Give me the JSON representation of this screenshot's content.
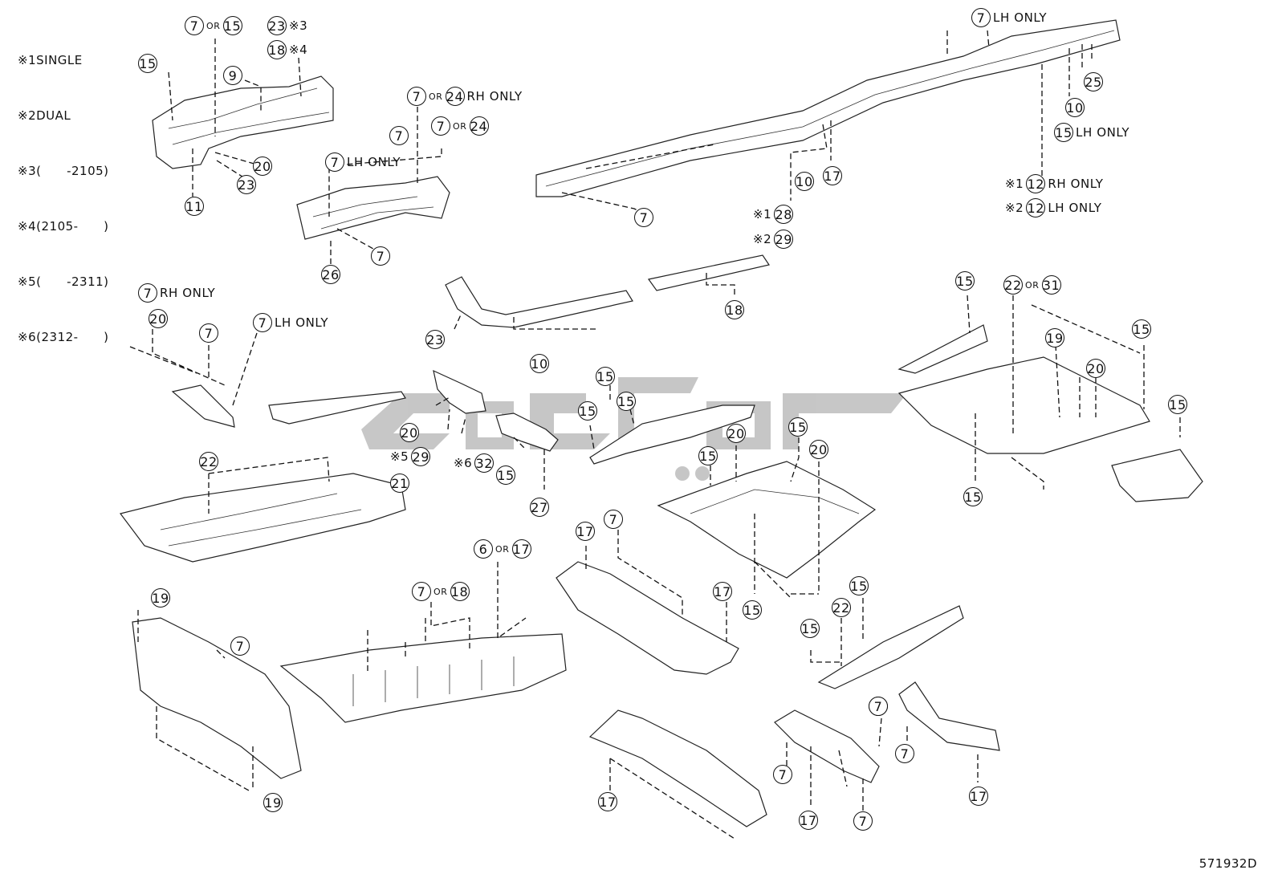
{
  "legend": [
    {
      "mark": "※1",
      "text": "SINGLE"
    },
    {
      "mark": "※2",
      "text": "DUAL"
    },
    {
      "mark": "※3",
      "text": "(      -2105)"
    },
    {
      "mark": "※4",
      "text": "(2105-      )"
    },
    {
      "mark": "※5",
      "text": "(      -2311)"
    },
    {
      "mark": "※6",
      "text": "(2312-      )"
    }
  ],
  "diagram_code": "571932D",
  "or_text": "OR",
  "callouts": [
    {
      "parts": [
        "7",
        "15"
      ]
    },
    {
      "parts": [
        "23"
      ],
      "suffix": "※3"
    },
    {
      "parts": [
        "18"
      ],
      "suffix": "※4"
    },
    {
      "parts": [
        "15"
      ]
    },
    {
      "parts": [
        "9"
      ]
    },
    {
      "parts": [
        "20"
      ]
    },
    {
      "parts": [
        "23"
      ]
    },
    {
      "parts": [
        "11"
      ]
    },
    {
      "parts": [
        "7",
        "24"
      ],
      "note": "RH ONLY"
    },
    {
      "parts": [
        "7",
        "24"
      ]
    },
    {
      "parts": [
        "7"
      ],
      "note": "LH ONLY"
    },
    {
      "parts": [
        "7"
      ]
    },
    {
      "parts": [
        "26"
      ]
    },
    {
      "parts": [
        "7"
      ]
    },
    {
      "parts": [
        "7"
      ],
      "note": "LH ONLY"
    },
    {
      "parts": [
        "25"
      ]
    },
    {
      "parts": [
        "10"
      ]
    },
    {
      "parts": [
        "15"
      ],
      "note": "LH ONLY"
    },
    {
      "parts": [
        "12"
      ],
      "prefix": "※1",
      "note": "RH ONLY"
    },
    {
      "parts": [
        "12"
      ],
      "prefix": "※2",
      "note": "LH ONLY"
    },
    {
      "parts": [
        "10"
      ]
    },
    {
      "parts": [
        "17"
      ]
    },
    {
      "parts": [
        "7"
      ]
    },
    {
      "parts": [
        "28"
      ],
      "prefix": "※1"
    },
    {
      "parts": [
        "29"
      ],
      "prefix": "※2"
    },
    {
      "parts": [
        "7"
      ],
      "note": "RH ONLY"
    },
    {
      "parts": [
        "20"
      ]
    },
    {
      "parts": [
        "7"
      ]
    },
    {
      "parts": [
        "7"
      ],
      "note": "LH ONLY"
    },
    {
      "parts": [
        "23"
      ]
    },
    {
      "parts": [
        "10"
      ]
    },
    {
      "parts": [
        "18"
      ]
    },
    {
      "parts": [
        "15"
      ]
    },
    {
      "parts": [
        "22",
        "31"
      ]
    },
    {
      "parts": [
        "19"
      ]
    },
    {
      "parts": [
        "20"
      ]
    },
    {
      "parts": [
        "15"
      ]
    },
    {
      "parts": [
        "15"
      ]
    },
    {
      "parts": [
        "15"
      ]
    },
    {
      "parts": [
        "15"
      ]
    },
    {
      "parts": [
        "20"
      ]
    },
    {
      "parts": [
        "29"
      ],
      "prefix": "※5"
    },
    {
      "parts": [
        "32"
      ],
      "prefix": "※6"
    },
    {
      "parts": [
        "21"
      ]
    },
    {
      "parts": [
        "15"
      ]
    },
    {
      "parts": [
        "27"
      ]
    },
    {
      "parts": [
        "15"
      ]
    },
    {
      "parts": [
        "15"
      ]
    },
    {
      "parts": [
        "15"
      ]
    },
    {
      "parts": [
        "20"
      ]
    },
    {
      "parts": [
        "15"
      ]
    },
    {
      "parts": [
        "20"
      ]
    },
    {
      "parts": [
        "22"
      ]
    },
    {
      "parts": [
        "17"
      ]
    },
    {
      "parts": [
        "7"
      ]
    },
    {
      "parts": [
        "6",
        "17"
      ]
    },
    {
      "parts": [
        "7",
        "18"
      ]
    },
    {
      "parts": [
        "17"
      ]
    },
    {
      "parts": [
        "15"
      ]
    },
    {
      "parts": [
        "19"
      ]
    },
    {
      "parts": [
        "7"
      ]
    },
    {
      "parts": [
        "19"
      ]
    },
    {
      "parts": [
        "15"
      ]
    },
    {
      "parts": [
        "15"
      ]
    },
    {
      "parts": [
        "22"
      ]
    },
    {
      "parts": [
        "7"
      ]
    },
    {
      "parts": [
        "7"
      ]
    },
    {
      "parts": [
        "7"
      ]
    },
    {
      "parts": [
        "7"
      ]
    },
    {
      "parts": [
        "17"
      ]
    },
    {
      "parts": [
        "17"
      ]
    },
    {
      "parts": [
        "17"
      ]
    },
    {
      "parts": [
        "7"
      ]
    }
  ]
}
